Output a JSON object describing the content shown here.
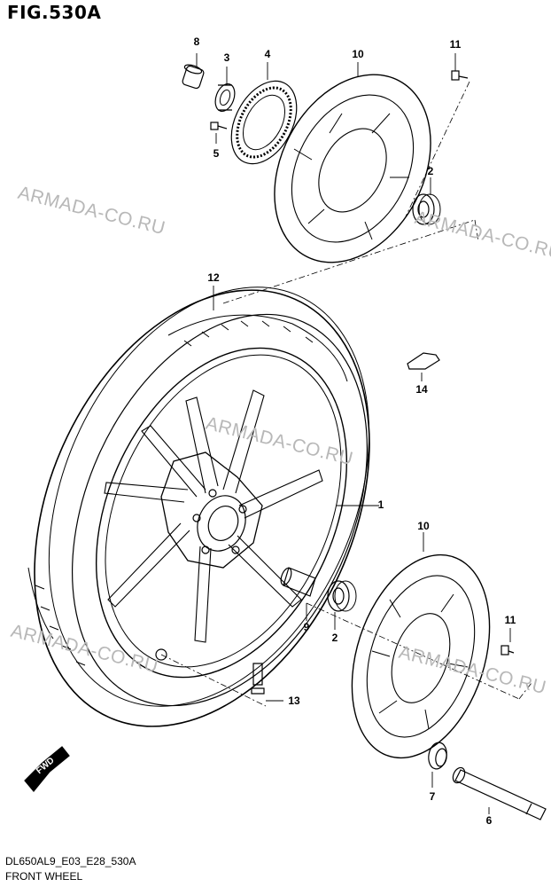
{
  "figure": {
    "title": "FIG.530A",
    "code": "DL650AL9_E03_E28_530A",
    "name": "FRONT WHEEL"
  },
  "watermark": {
    "text": "ARMADA-CO.RU",
    "color": "#b8b8b8"
  },
  "fwd_arrow": {
    "text": "FWD"
  },
  "callouts": [
    {
      "id": "1",
      "label": "1",
      "part": "wheel"
    },
    {
      "id": "2a",
      "label": "2",
      "part": "bearing-upper"
    },
    {
      "id": "2b",
      "label": "2",
      "part": "bearing-lower"
    },
    {
      "id": "3",
      "label": "3",
      "part": "oil-seal"
    },
    {
      "id": "4",
      "label": "4",
      "part": "sensor-rotor"
    },
    {
      "id": "5",
      "label": "5",
      "part": "rotor-screw"
    },
    {
      "id": "6",
      "label": "6",
      "part": "axle"
    },
    {
      "id": "7",
      "label": "7",
      "part": "washer"
    },
    {
      "id": "8",
      "label": "8",
      "part": "spacer-collar"
    },
    {
      "id": "9",
      "label": "9",
      "part": "spacer"
    },
    {
      "id": "10a",
      "label": "10",
      "part": "brake-disc-upper"
    },
    {
      "id": "10b",
      "label": "10",
      "part": "brake-disc-lower"
    },
    {
      "id": "11a",
      "label": "11",
      "part": "disc-bolt-upper"
    },
    {
      "id": "11b",
      "label": "11",
      "part": "disc-bolt-lower"
    },
    {
      "id": "12",
      "label": "12",
      "part": "tire"
    },
    {
      "id": "13",
      "label": "13",
      "part": "valve"
    },
    {
      "id": "14",
      "label": "14",
      "part": "balancer-weight"
    }
  ]
}
